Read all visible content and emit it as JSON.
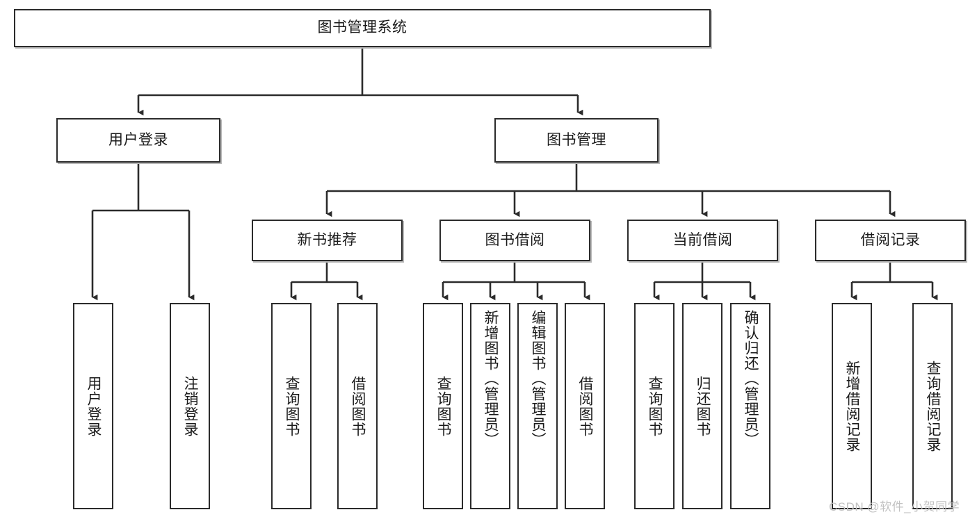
{
  "diagram": {
    "type": "tree",
    "title": "图书管理系统",
    "orientation": "top-down",
    "line_color": "#2b2b2b",
    "box_fill": "#ffffff",
    "text_color": "#1a1a1a"
  },
  "nodes": {
    "root": {
      "label": "图书管理系统"
    },
    "level1": [
      {
        "label": "用户登录"
      },
      {
        "label": "图书管理"
      }
    ],
    "level2": [
      {
        "label": "新书推荐"
      },
      {
        "label": "图书借阅"
      },
      {
        "label": "当前借阅"
      },
      {
        "label": "借阅记录"
      }
    ],
    "leaves": {
      "user_login": [
        {
          "label": "用户登录"
        },
        {
          "label": "注销登录"
        }
      ],
      "new_book_recommend": [
        {
          "label": "查询图书"
        },
        {
          "label": "借阅图书"
        }
      ],
      "book_borrow": [
        {
          "label": "查询图书"
        },
        {
          "label": "新增图书（管理员）"
        },
        {
          "label": "编辑图书（管理员）"
        },
        {
          "label": "借阅图书"
        }
      ],
      "current_borrow": [
        {
          "label": "查询图书"
        },
        {
          "label": "归还图书"
        },
        {
          "label": "确认归还（管理员）"
        }
      ],
      "borrow_record": [
        {
          "label": "新增借阅记录"
        },
        {
          "label": "查询借阅记录"
        }
      ]
    }
  },
  "watermark": {
    "text": "CSDN @软件_小贺同学",
    "color": "#c2c2c2"
  }
}
